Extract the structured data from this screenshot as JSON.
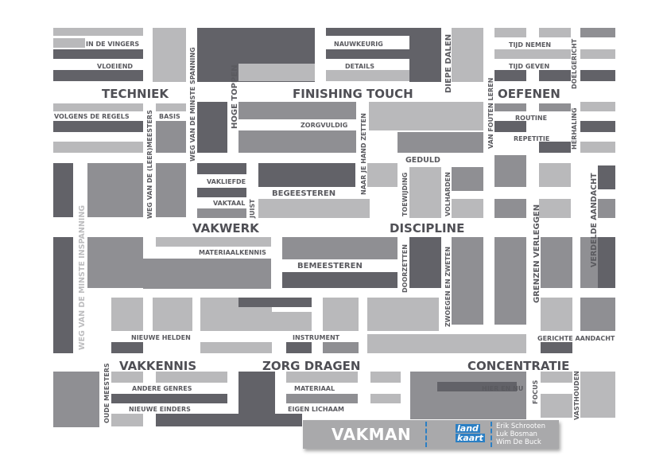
{
  "map": {
    "background_color": "#ffffff",
    "block_colors": {
      "light": "#b9b9bb",
      "medium": "#8f8f93",
      "dark": "#626268",
      "outline": "#6c6c72"
    },
    "districts": {
      "techniek": "TECHNIEK",
      "finishing_touch": "FINISHING TOUCH",
      "oefenen": "OEFENEN",
      "vakwerk": "VAKWERK",
      "discipline": "DISCIPLINE",
      "vakkennis": "VAKKENNIS",
      "zorg_dragen": "ZORG DRAGEN",
      "concentratie": "CONCENTRATIE"
    },
    "streets": {
      "in_de_vingers": "IN DE VINGERS",
      "vloeiend": "VLOEIEND",
      "volgens_de_regels": "VOLGENS DE REGELS",
      "basis": "BASIS",
      "weg_leermeesters": "WEG VAN DE (LEER)MEESTERS",
      "weg_minste_spanning": "WEG VAN DE MINSTE SPANNING",
      "hoge_toppen": "HOGE TOPPEN",
      "nauwkeurig": "NAUWKEURIG",
      "details": "DETAILS",
      "diepe_dalen": "DIEPE DALEN",
      "tijd_nemen": "TIJD NEMEN",
      "tijd_geven": "TIJD GEVEN",
      "doelgericht": "DOELGERICHT",
      "zorgvuldig": "ZORGVULDIG",
      "naar_je_hand_zetten": "NAAR JE HAND ZETTEN",
      "van_fouten_leren": "VAN FOUTEN LEREN",
      "routine": "ROUTINE",
      "herhaling": "HERHALING",
      "repetitie": "REPETITIE",
      "geduld": "GEDULD",
      "vakliefde": "VAKLIEFDE",
      "vaktaal": "VAKTAAL",
      "juist": "JUIST",
      "begeesteren": "BEGEESTEREN",
      "toewijding": "TOEWIJDING",
      "volharden": "VOLHARDEN",
      "verdelde_aandacht": "VERDELDE AANDACHT",
      "weg_minste_inspanning": "WEG VAN DE MINSTE INSPANNING",
      "materiaalkennis": "MATERIAALKENNIS",
      "bemeesteren": "BEMEESTEREN",
      "doorzetten": "DOORZETTEN",
      "zwoegen_en_zweten": "ZWOEGEN EN ZWETEN",
      "grenzen_verleggen": "GRENZEN VERLEGGEN",
      "nieuwe_helden": "NIEUWE HELDEN",
      "instrument": "INSTRUMENT",
      "gerichte_aandacht": "GERICHTE AANDACHT",
      "oude_meesters": "OUDE MEESTERS",
      "andere_genres": "ANDERE GENRES",
      "nieuwe_einders": "NIEUWE EINDERS",
      "materiaal": "MATERIAAL",
      "eigen_lichaam": "EIGEN LICHAAM",
      "hier_en_nu": "HIER EN NU",
      "focus": "FOCUS",
      "vasthouden": "VASTHOUDEN"
    }
  },
  "legend": {
    "title": "VAKMAN",
    "logo_line1": "land",
    "logo_line2": "kaart",
    "logo_color": "#2b7fc4",
    "authors": [
      "Erik Schrooten",
      "Luk Bosman",
      "Wim De Buck"
    ]
  }
}
